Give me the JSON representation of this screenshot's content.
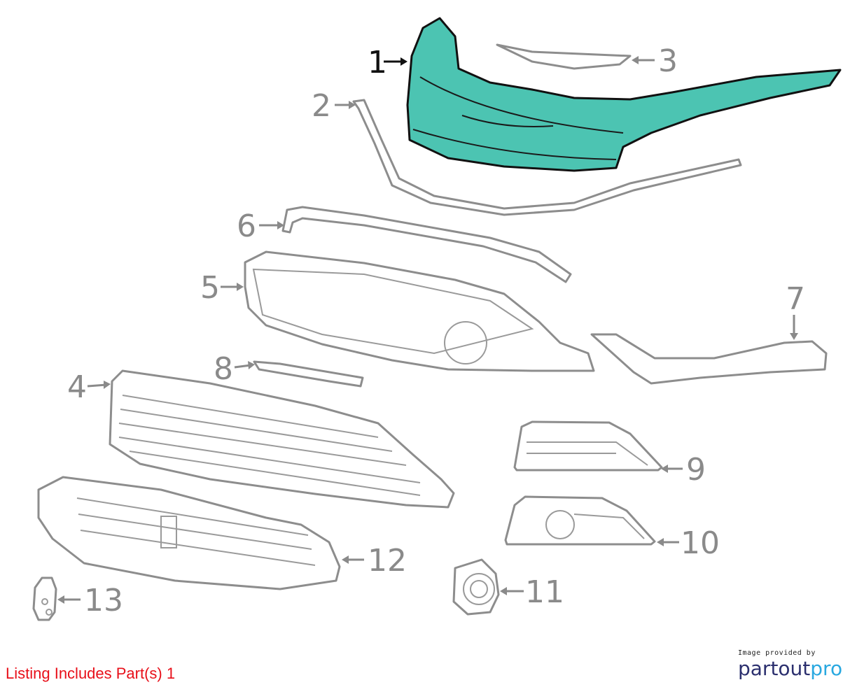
{
  "diagram": {
    "highlight_color": "#4cc4b2",
    "callouts": [
      "1",
      "2",
      "3",
      "4",
      "5",
      "6",
      "7",
      "8",
      "9",
      "10",
      "11",
      "12",
      "13"
    ],
    "highlighted_part": "1"
  },
  "caption": {
    "text": "Listing Includes Part(s) 1",
    "color": "#e8101a"
  },
  "credit": {
    "small": "Image provided by",
    "brand_a": "partout",
    "brand_b": "pro"
  }
}
